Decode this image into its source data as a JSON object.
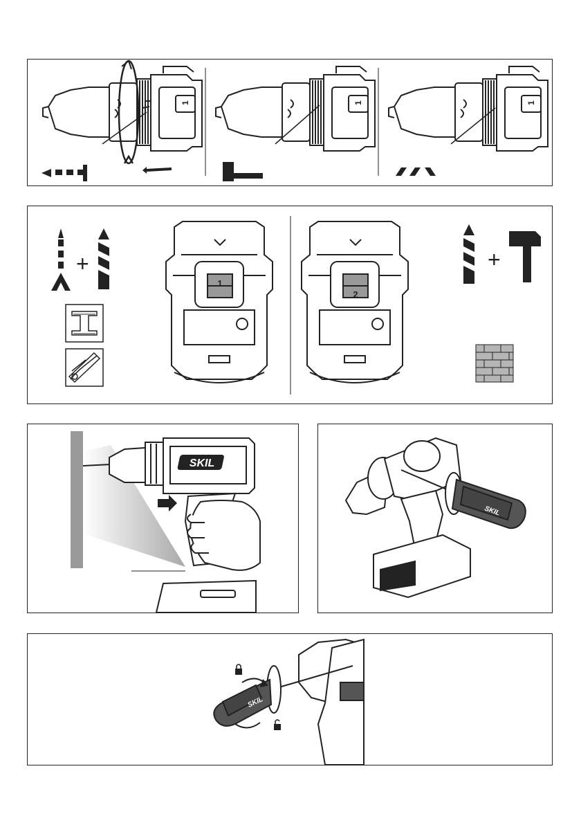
{
  "figure_a": {
    "sections": [
      {
        "collar_number": "1"
      },
      {
        "collar_number": "1"
      },
      {
        "collar_number": "1"
      }
    ]
  },
  "figure_b": {
    "gear_left": "1",
    "gear_right": "2"
  },
  "figure_c": {
    "brand": "SKIL"
  },
  "figure_d": {
    "handle_brand": "SKIL"
  },
  "figure_e": {
    "handle_brand": "SKIL"
  }
}
